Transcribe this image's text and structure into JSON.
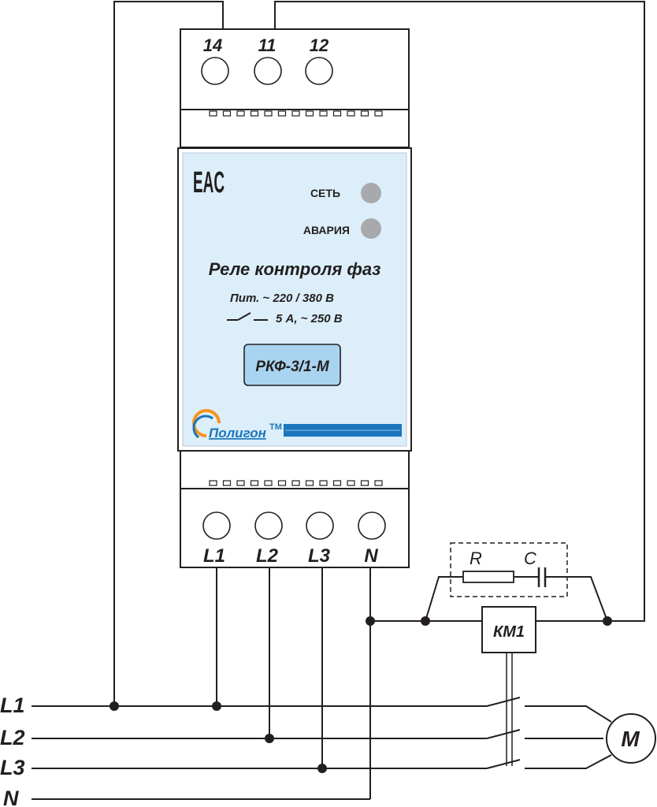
{
  "top_terminals": [
    "14",
    "11",
    "12"
  ],
  "bottom_terminals": [
    "L1",
    "L2",
    "L3",
    "N"
  ],
  "panel": {
    "certification_mark": "EAC",
    "indicators": [
      {
        "label": "СЕТЬ",
        "color": "#a7a9ac"
      },
      {
        "label": "АВАРИЯ",
        "color": "#a7a9ac"
      }
    ],
    "title": "Реле контроля фаз",
    "supply": "Пит.  ~  220 / 380 В",
    "contact_rating": "5 А, ~ 250 В",
    "model": "РКФ-3/1-М",
    "brand": "Полигон",
    "trademark": "ТМ"
  },
  "snubber": {
    "resistor": "R",
    "capacitor": "C"
  },
  "contactor": "КМ1",
  "motor": "M",
  "lines": [
    "L1",
    "L2",
    "L3",
    "N"
  ],
  "colors": {
    "panel_bg": "#dceef9",
    "model_box": "#a9d4f0",
    "brand_blue": "#1b75bc",
    "brand_orange": "#f7941d"
  }
}
